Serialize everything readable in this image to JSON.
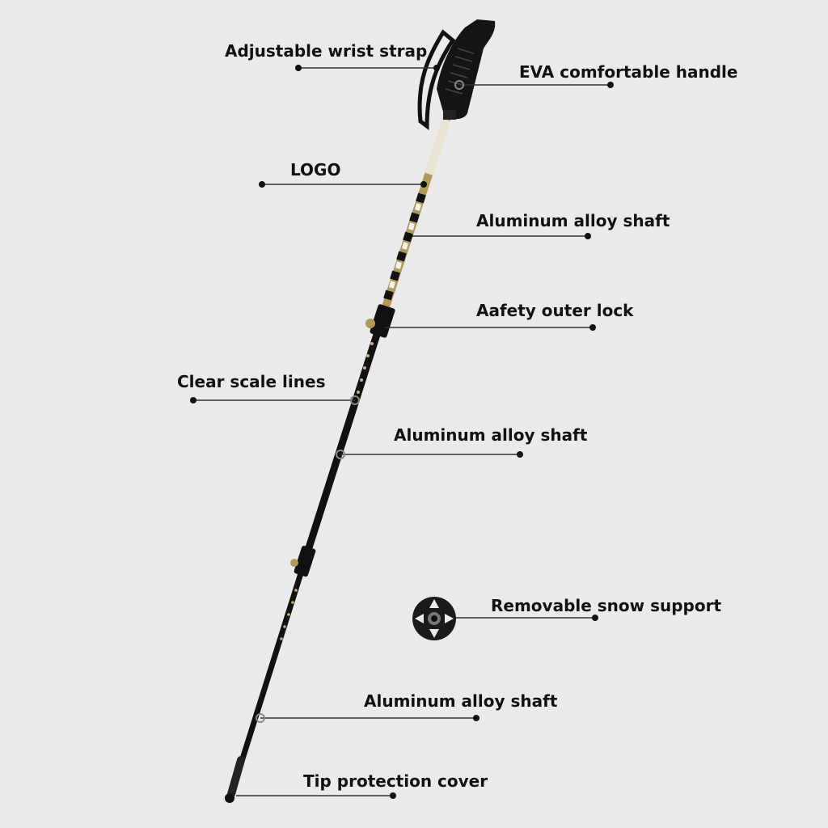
{
  "diagram": {
    "background": "#eaeaea",
    "line_color": "#222222",
    "pole_color": "#111111",
    "accent_color": "#c8b36a",
    "callouts": [
      {
        "id": "wrist-strap",
        "label": "Adjustable wrist strap"
      },
      {
        "id": "eva-handle",
        "label": "EVA comfortable handle"
      },
      {
        "id": "logo",
        "label": "LOGO"
      },
      {
        "id": "shaft-upper",
        "label": "Aluminum alloy shaft"
      },
      {
        "id": "outer-lock",
        "label": "Aafety outer lock"
      },
      {
        "id": "scale-lines",
        "label": "Clear scale lines"
      },
      {
        "id": "shaft-middle",
        "label": "Aluminum alloy shaft"
      },
      {
        "id": "snow-support",
        "label": "Removable snow support"
      },
      {
        "id": "shaft-lower",
        "label": "Aluminum alloy shaft"
      },
      {
        "id": "tip-cover",
        "label": "Tip protection cover"
      }
    ]
  }
}
